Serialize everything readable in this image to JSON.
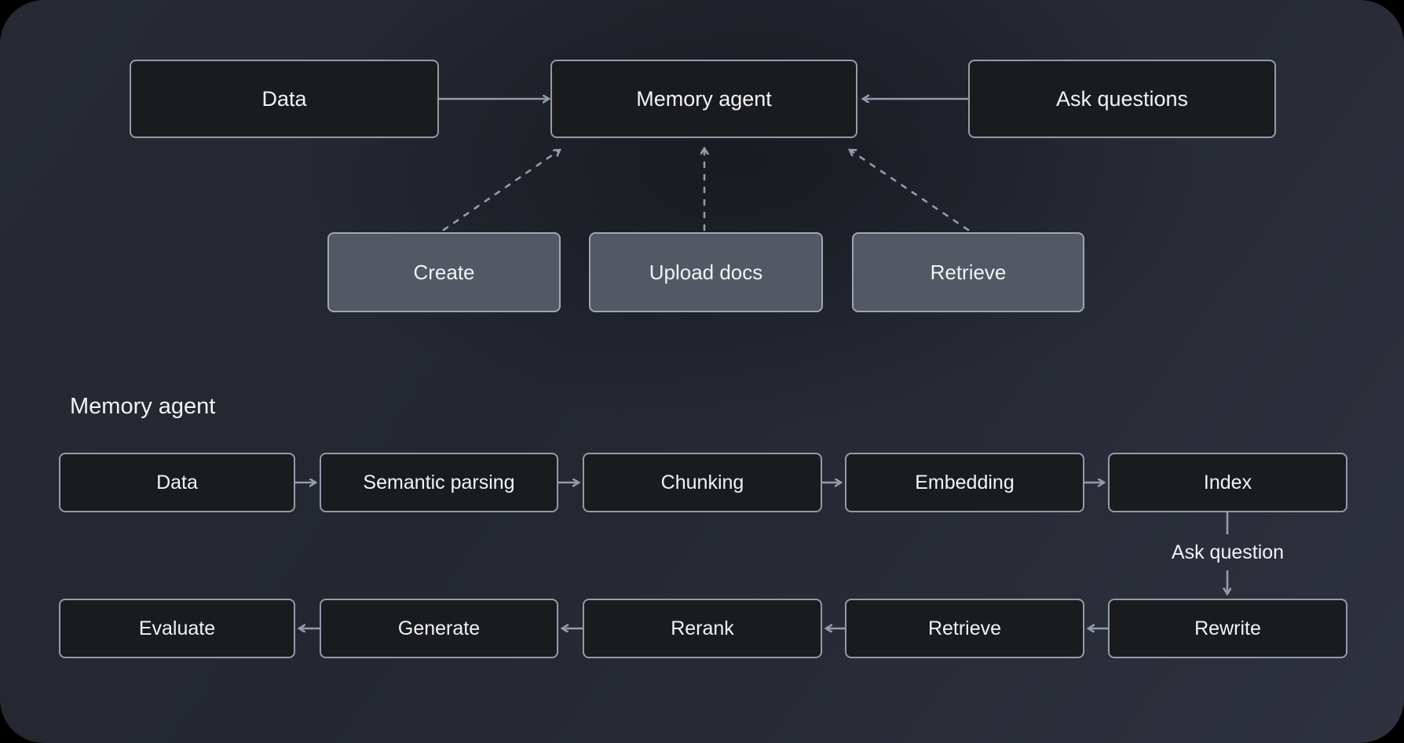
{
  "top_flow": {
    "data": "Data",
    "memory_agent": "Memory agent",
    "ask_questions": "Ask questions",
    "actions": [
      "Create",
      "Upload docs",
      "Retrieve"
    ]
  },
  "pipeline": {
    "title": "Memory agent",
    "ingest_row": [
      "Data",
      "Semantic parsing",
      "Chunking",
      "Embedding",
      "Index"
    ],
    "ask_question": "Ask question",
    "query_row": [
      "Evaluate",
      "Generate",
      "Rerank",
      "Retrieve",
      "Rewrite"
    ]
  },
  "colors": {
    "text": "#f1f3f4",
    "box_dark_fill": "#1a1b1e",
    "box_gray_fill": "#525864",
    "box_border": "#939bac",
    "box_gray_border": "#9fa6b5",
    "arrow": "#939bac",
    "background_base": "#272a33",
    "background_bright": "#2e313e",
    "page_outside": "#000000"
  }
}
